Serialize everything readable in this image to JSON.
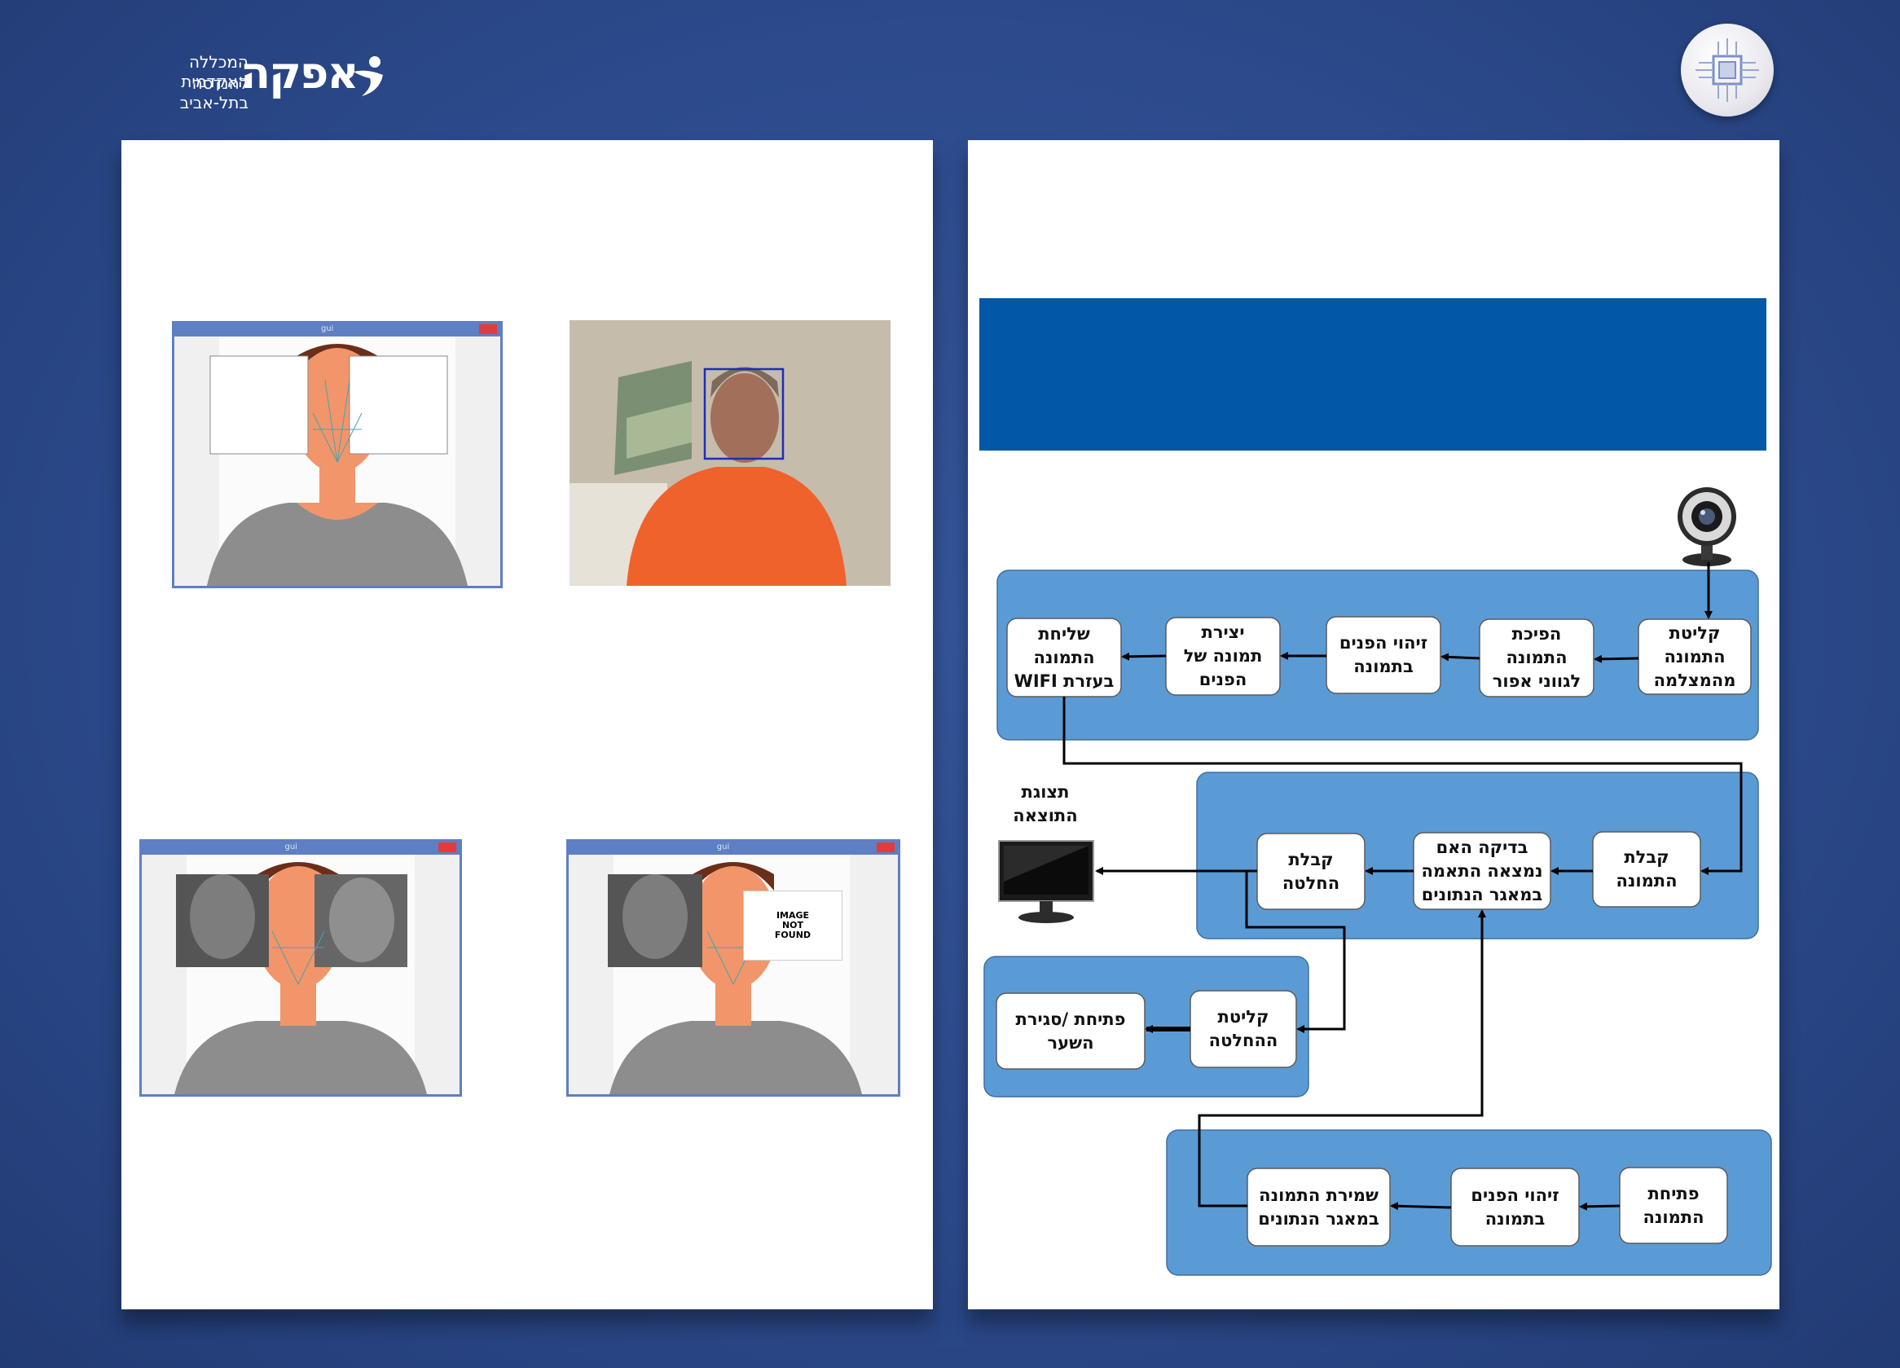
{
  "header": {
    "logo_word": "אפקה",
    "logo_sub_1": "המכללה האקדמית",
    "logo_sub_2": "להנדסה בתל-אביב"
  },
  "screens": {
    "window_title": "gui",
    "not_found_text": "IMAGE\nNOT\nFOUND"
  },
  "diagram": {
    "row1": [
      "קליטת\nהתמונה\nמהמצלמה",
      "הפיכת\nהתמונה\nלגווני אפור",
      "זיהוי הפנים\nבתמונה",
      "יצירת\nתמונה של\nהפנים",
      "שליחת\nהתמונה\nבעזרת WIFI"
    ],
    "row2": [
      "קבלת\nהתמונה",
      "בדיקה האם\nנמצאה התאמה\nבמאגר הנתונים",
      "קבלת\nהחלטה"
    ],
    "display_label": "תצוגת\nהתוצאה",
    "row3": [
      "קליטת\nההחלטה",
      "פתיחת /סגירת\nהשער"
    ],
    "row4": [
      "פתיחת\nהתמונה",
      "זיהוי הפנים\nבתמונה",
      "שמירת התמונה\nבמאגר הנתונים"
    ]
  },
  "colors": {
    "background": "#2c4a8c",
    "header_bar": "#0257a6",
    "container": "#5b9bd5"
  }
}
